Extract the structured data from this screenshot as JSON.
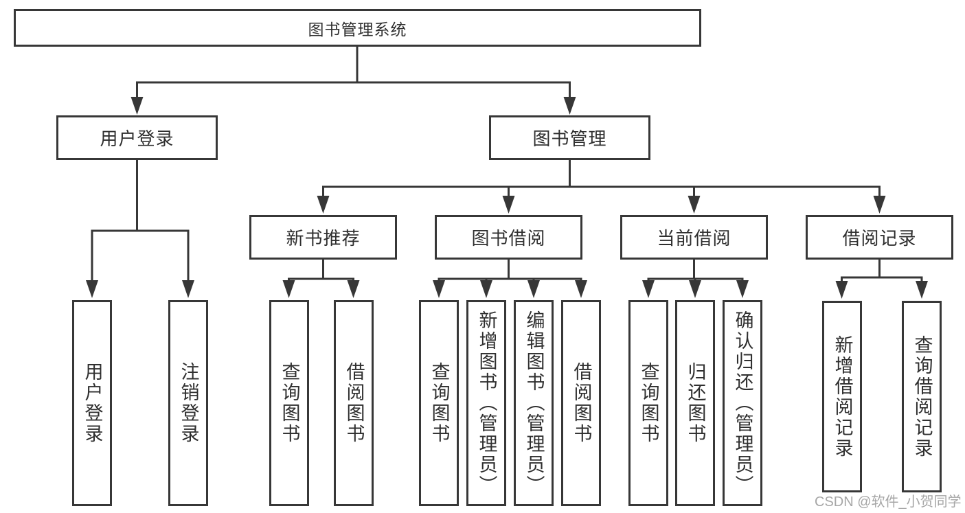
{
  "diagram": {
    "title": "图书管理系统",
    "watermark": "CSDN @软件_小贺同学",
    "colors": {
      "line": "#373737",
      "text": "#2f2f2f",
      "watermark": "#a6a6a6",
      "background": "#ffffff"
    },
    "nodes": {
      "root": "图书管理系统",
      "user_login": "用户登录",
      "book_mgmt": "图书管理",
      "new_book_rec": "新书推荐",
      "book_borrow": "图书借阅",
      "current_borrow": "当前借阅",
      "borrow_records": "借阅记录",
      "ul_user_login": "用户登录",
      "ul_logout": "注销登录",
      "nb_query_book": "查询图书",
      "nb_borrow_book": "借阅图书",
      "bb_query_book": "查询图书",
      "bb_add_book": "新增图书（管理员）",
      "bb_edit_book": "编辑图书（管理员）",
      "bb_borrow_book": "借阅图书",
      "cb_query_book": "查询图书",
      "cb_return_book": "归还图书",
      "cb_confirm_return": "确认归还（管理员）",
      "br_add_record": "新增借阅记录",
      "br_query_record": "查询借阅记录"
    },
    "hierarchy": {
      "label": "图书管理系统",
      "children": [
        {
          "label": "用户登录",
          "children": [
            {
              "label": "用户登录"
            },
            {
              "label": "注销登录"
            }
          ]
        },
        {
          "label": "图书管理",
          "children": [
            {
              "label": "新书推荐",
              "children": [
                {
                  "label": "查询图书"
                },
                {
                  "label": "借阅图书"
                }
              ]
            },
            {
              "label": "图书借阅",
              "children": [
                {
                  "label": "查询图书"
                },
                {
                  "label": "新增图书（管理员）"
                },
                {
                  "label": "编辑图书（管理员）"
                },
                {
                  "label": "借阅图书"
                }
              ]
            },
            {
              "label": "当前借阅",
              "children": [
                {
                  "label": "查询图书"
                },
                {
                  "label": "归还图书"
                },
                {
                  "label": "确认归还（管理员）"
                }
              ]
            },
            {
              "label": "借阅记录",
              "children": [
                {
                  "label": "新增借阅记录"
                },
                {
                  "label": "查询借阅记录"
                }
              ]
            }
          ]
        }
      ]
    }
  }
}
